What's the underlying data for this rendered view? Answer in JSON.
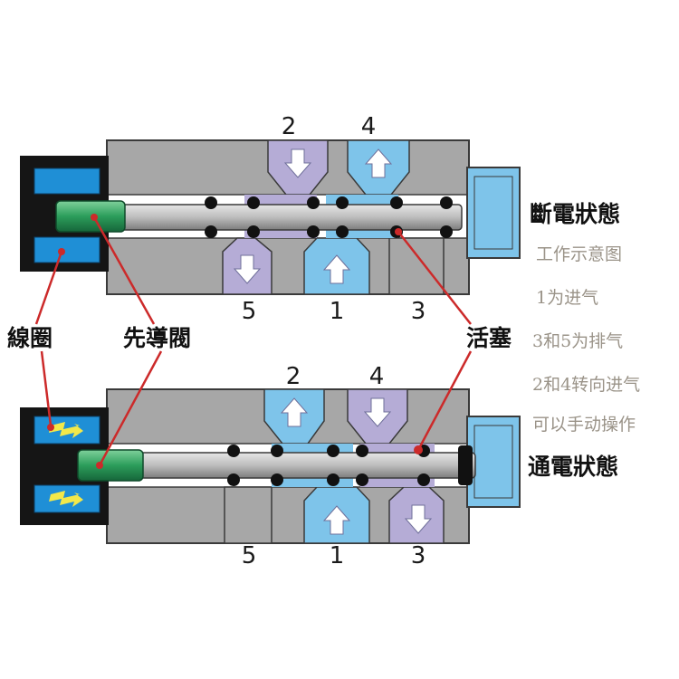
{
  "colors": {
    "body_gray": "#a7a7a7",
    "outline": "#3a3a3a",
    "air_blue": "#7ec4ea",
    "air_lilac": "#b5acd6",
    "rod_gray": "#bdbdbd",
    "pilot_green": "#2c9d5b",
    "coil_black": "#151515",
    "coil_blue": "#1f8fd6",
    "bolt_yellow": "#f2e84a",
    "pointer_red": "#cc2a2a",
    "note_gray": "#9a9388"
  },
  "top_valve": {
    "ports": {
      "p2": "2",
      "p4": "4",
      "p5": "5",
      "p1": "1",
      "p3": "3"
    },
    "state_label": "斷電狀態"
  },
  "bottom_valve": {
    "ports": {
      "p2": "2",
      "p4": "4",
      "p5": "5",
      "p1": "1",
      "p3": "3"
    },
    "state_label": "通電狀態"
  },
  "labels": {
    "coil": "線圈",
    "pilot_valve": "先導閥",
    "piston": "活塞"
  },
  "notes": {
    "line1": "工作示意图",
    "line2": "1为进气",
    "line3": "3和5为排气",
    "line4": "2和4转向进气",
    "line5": "可以手动操作"
  }
}
